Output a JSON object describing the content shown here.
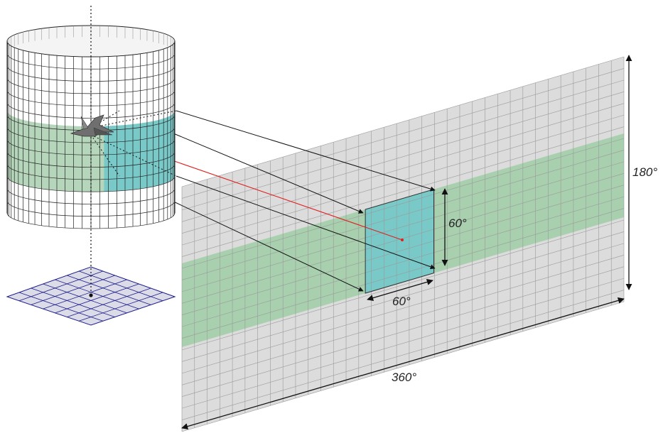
{
  "labels": {
    "height": "180°",
    "width": "360°",
    "fov_h": "60°",
    "fov_v": "60°"
  },
  "colors": {
    "panorama_fill": "#dcdcdc",
    "panorama_grid": "#9a9a9a",
    "band_fill": "#a8cfae",
    "fov_fill": "#79c9c8",
    "cylinder_grid": "#222222",
    "ground_fill": "#dcdce8",
    "ground_grid": "#1c1c8c",
    "ray_red": "#e02020",
    "line_dark": "#111111"
  }
}
